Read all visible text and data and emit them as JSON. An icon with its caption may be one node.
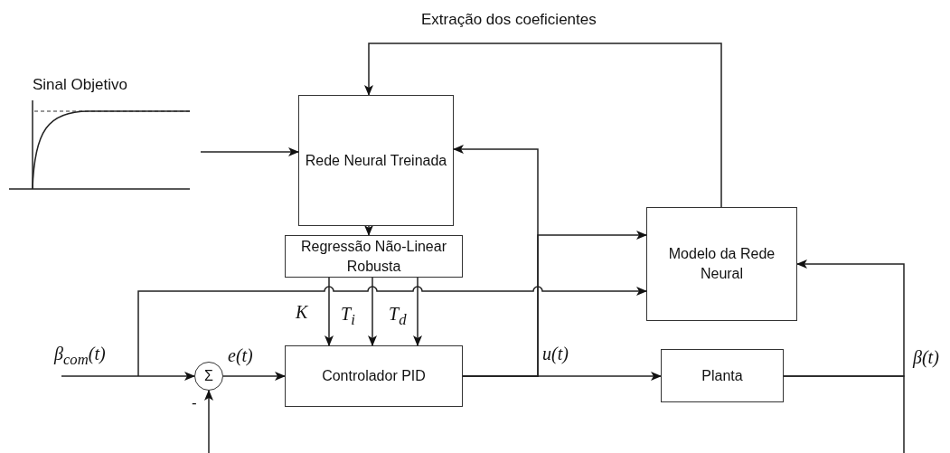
{
  "diagram": {
    "nodes": [
      {
        "text": [
          "Sinal Objetivo"
        ]
      },
      {
        "text": [
          "Rede Neural Treinada"
        ]
      },
      {
        "text": [
          "Regressão Não-Linear Robusta"
        ]
      },
      {
        "text": [
          "Controlador PID"
        ]
      },
      {
        "text": [
          "Σ"
        ]
      },
      {
        "text": [
          "Planta"
        ]
      },
      {
        "text": [
          "Modelo da Rede Neural"
        ]
      }
    ],
    "edges": [
      {
        "from": 0,
        "to": 1,
        "arrow": "to"
      },
      {
        "from": 6,
        "to": 1,
        "arrow": "to",
        "label": "Extração dos coeficientes"
      },
      {
        "from": 3,
        "to": 1,
        "arrow": "to"
      },
      {
        "from": 3,
        "to": 6,
        "arrow": "to"
      },
      {
        "from": 1,
        "to": 2,
        "arrow": "to"
      },
      {
        "from": 2,
        "to": 3,
        "arrow": "to",
        "label": "K"
      },
      {
        "from": 2,
        "to": 3,
        "arrow": "to",
        "label": "T$_{i}$"
      },
      {
        "from": 2,
        "to": 3,
        "arrow": "to",
        "label": "T$_{d}$"
      },
      {
        "from": null,
        "to": 4,
        "arrow": "to",
        "label": "β$_{com}$(t)"
      },
      {
        "from": null,
        "to": 6,
        "arrow": "to"
      },
      {
        "from": 4,
        "to": 3,
        "arrow": "to",
        "label": "e(t)"
      },
      {
        "from": 3,
        "to": 5,
        "arrow": "to",
        "label": "u(t)"
      },
      {
        "from": 5,
        "to": 6,
        "arrow": "to",
        "label": "β(t)"
      },
      {
        "from": 5,
        "to": null,
        "arrow": "none"
      },
      {
        "from": null,
        "to": 4,
        "arrow": "to"
      }
    ],
    "labels": [
      "-"
    ]
  }
}
